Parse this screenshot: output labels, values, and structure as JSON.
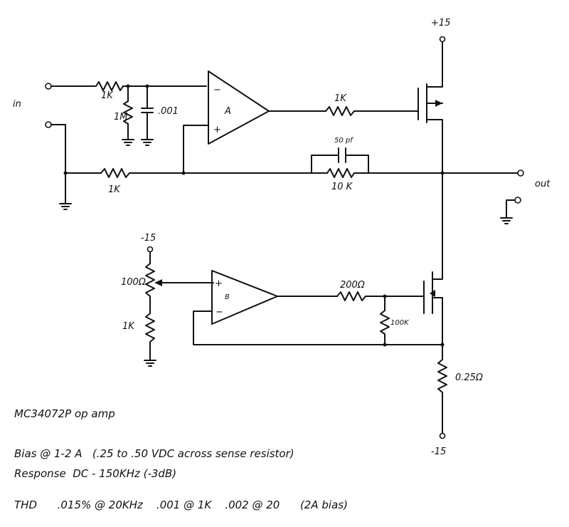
{
  "labels": {
    "in": "in",
    "out": "out",
    "supply_pos": "+15",
    "supply_neg": "-15",
    "supply_bias": "-15",
    "r_in_series": "1K",
    "r_in_shunt": "1M",
    "c_in_shunt": ".001",
    "r_gate_a": "1K",
    "c_feedback": "50 pf",
    "r_feedback": "10 K",
    "r_ground": "1K",
    "opamp_a": "A",
    "opamp_b": "B",
    "opamp_a_minus": "−",
    "opamp_a_plus": "+",
    "opamp_b_plus": "+",
    "opamp_b_minus": "−",
    "pot_bias": "100Ω",
    "r_bias_lower": "1K",
    "r_gate_b": "200Ω",
    "r_gate_pulldown": "100K",
    "r_sense": "0.25Ω"
  },
  "notes": {
    "line1": "MC34072P op amp",
    "line2": "Bias @ 1-2 A   (.25 to .50 VDC across sense resistor)",
    "line3": "Response  DC - 150KHz (-3dB)",
    "line4": "THD      .015% @ 20KHz    .001 @ 1K    .002 @ 20      (2A bias)"
  }
}
